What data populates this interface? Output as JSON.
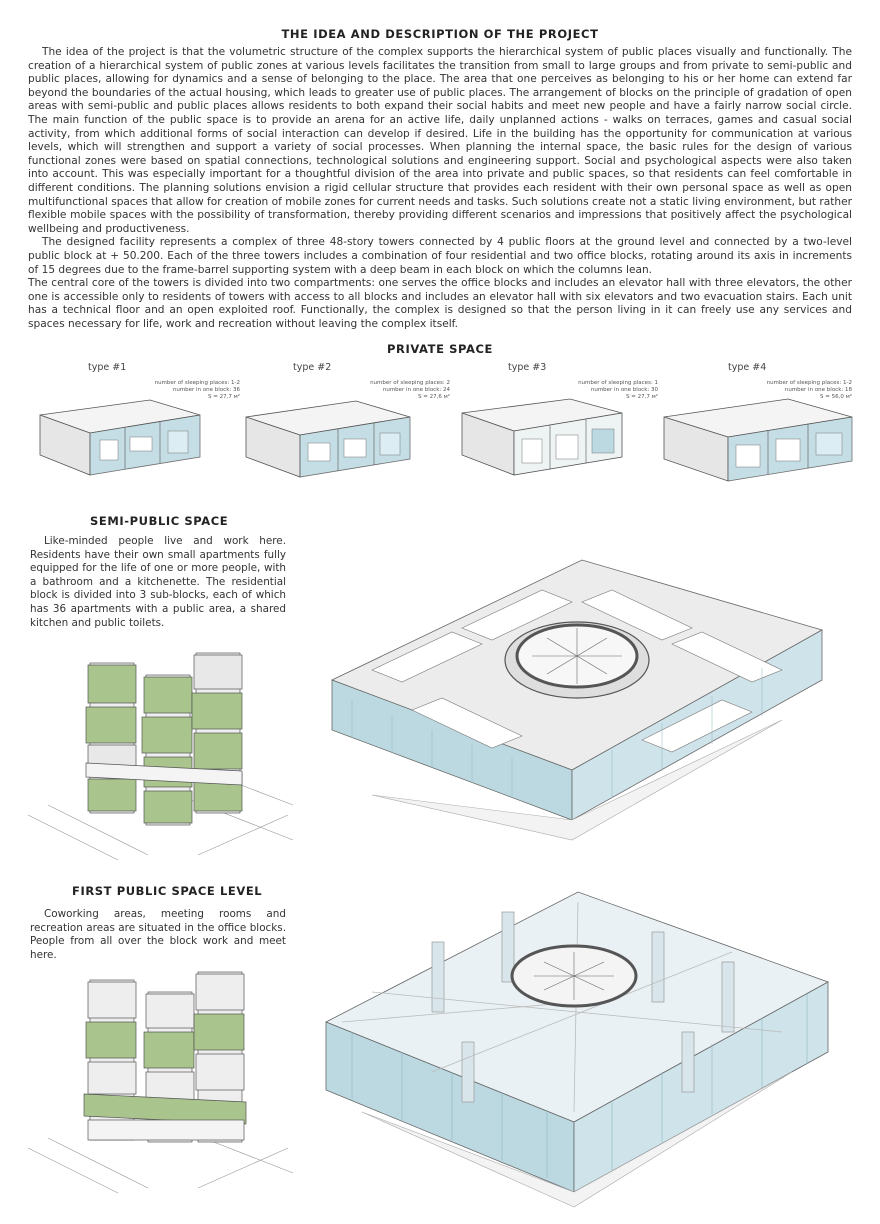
{
  "sections": {
    "idea_title": "THE IDEA AND DESCRIPTION OF THE PROJECT",
    "idea_paragraphs": [
      "The idea of the project is that the volumetric structure of the complex supports the hierarchical system of public places visually and functionally. The creation of a hierarchical system of public zones at various levels facilitates the transition from small to large groups and from private to semi-public and public places, allowing for dynamics and a sense of belonging to the place. The area that one perceives as belonging to his or her home can extend far beyond the boundaries of the actual housing, which leads to greater use of public places. The arrangement of blocks on the principle of gradation of open areas with semi-public and public places allows residents to both expand their social habits and meet new people and have a fairly narrow social circle. The main function of the public space is to provide an arena for an active life, daily unplanned actions - walks on terraces, games and casual social activity, from which additional forms of social interaction can develop if desired. Life in the building has the opportunity for communication at various levels, which will strengthen and support a variety of social processes. When planning the internal space, the basic rules for the design of various functional zones were based on spatial connections, technological solutions and engineering support. Social and psychological aspects were also taken into account. This was especially important for a thoughtful division of the area into private and public spaces, so that residents can feel comfortable in different conditions. The planning solutions envision a rigid cellular structure that provides each resident with their own personal space as well as open multifunctional spaces that allow for creation of mobile zones for current needs and tasks. Such solutions create not a static living environment, but rather flexible mobile spaces with the possibility of transformation, thereby providing different scenarios and impressions that positively affect the psychological wellbeing and productiveness.",
      "The designed facility represents a complex of three 48-story towers connected by 4 public floors at the ground level and connected by a two-level public block at + 50.200. Each of the three towers includes a combination of four residential and two office blocks, rotating around its axis in increments of 15 degrees due to the frame-barrel supporting system with a deep beam in each block on which the columns lean.",
      "The central core of the towers is divided into two compartments: one serves the office blocks and includes an elevator hall with three elevators, the other one is accessible only to residents of towers with access to all blocks and includes an elevator hall with six elevators and two evacuation stairs. Each unit has a technical floor and an open exploited roof. Functionally, the complex is designed so that the person living in it can freely use any services and spaces necessary for life, work and recreation without leaving the complex itself."
    ],
    "private_title": "PRIVATE SPACE",
    "types": [
      {
        "label": "type #1",
        "line1": "number of sleeping places: 1-2",
        "line2": "number in one block: 36",
        "line3": "S = 27,7 м²"
      },
      {
        "label": "type #2",
        "line1": "number of sleeping places: 2",
        "line2": "number in one block: 24",
        "line3": "S = 27,6 м²"
      },
      {
        "label": "type #3",
        "line1": "number of sleeping places: 1",
        "line2": "number in one block: 30",
        "line3": "S = 27,7 м²"
      },
      {
        "label": "type #4",
        "line1": "number of sleeping places: 1-2",
        "line2": "number in one block: 18",
        "line3": "S = 56,0 м²"
      }
    ],
    "semi_title": "SEMI-PUBLIC SPACE",
    "semi_text": "Like-minded people live and work here. Residents have their own small apartments fully equipped for the life of one or more people, with a bathroom and a kitchenette. The residential block is divided into 3 sub-blocks, each of which has 36 apartments with a public area, a shared kitchen and public toilets.",
    "first_title": "FIRST PUBLIC SPACE LEVEL",
    "first_text": "Coworking areas, meeting rooms and recreation areas are situated in the office blocks. People from all over the block work and meet here."
  },
  "colors": {
    "glass": "#bcd9e2",
    "glass_dark": "#8fb7c4",
    "green": "#a9c48c",
    "line": "#555555",
    "floor": "#f2f2f2"
  }
}
